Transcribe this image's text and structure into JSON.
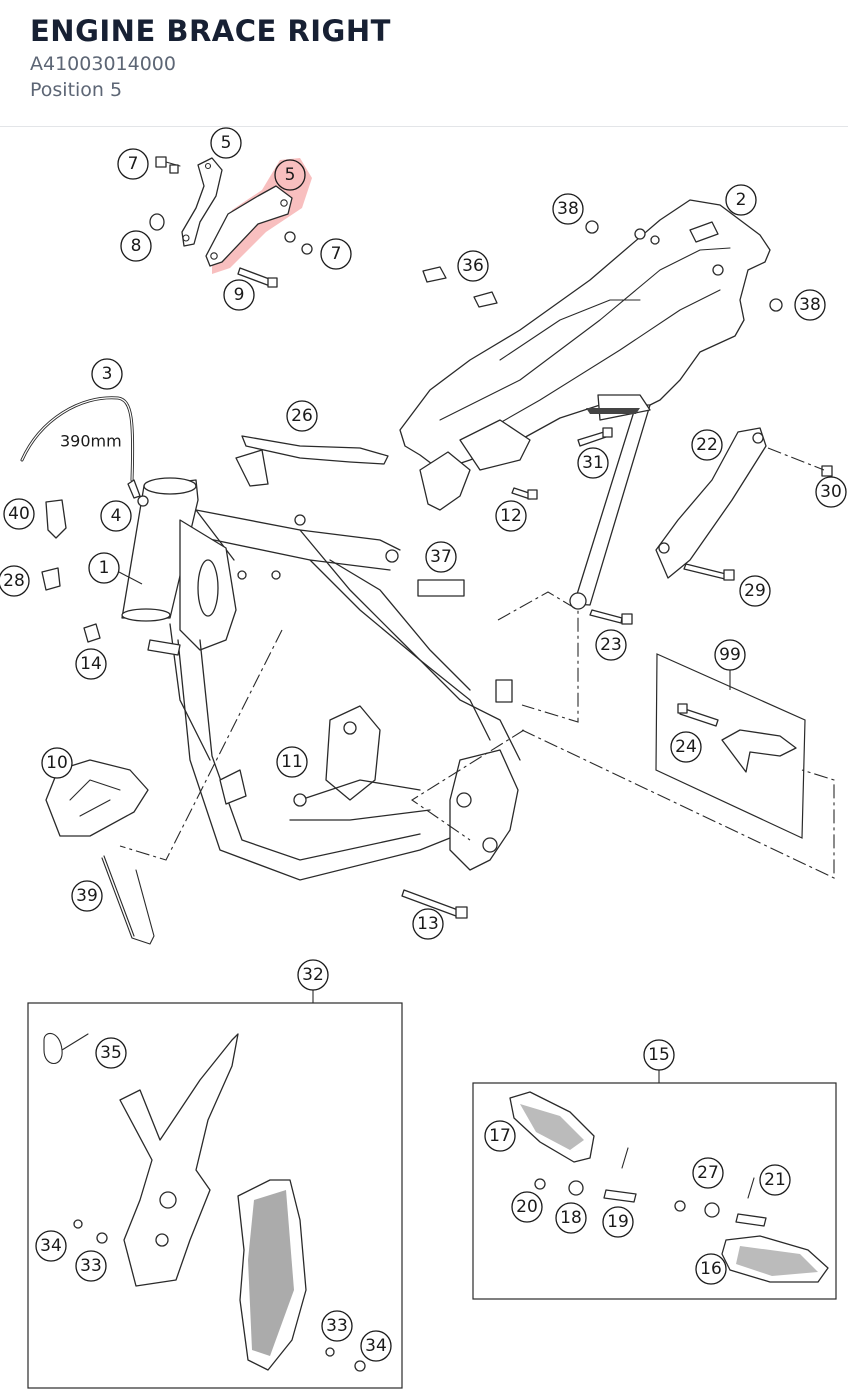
{
  "header": {
    "title": "ENGINE BRACE RIGHT",
    "part_number": "A41003014000",
    "position_label": "Position 5"
  },
  "diagram": {
    "highlight_color": "#f28b8b",
    "hose_label": "390mm",
    "callouts": {
      "c1": "1",
      "c2": "2",
      "c3": "3",
      "c4": "4",
      "c5a": "5",
      "c5b": "5",
      "c7a": "7",
      "c7b": "7",
      "c8": "8",
      "c9": "9",
      "c10": "10",
      "c11": "11",
      "c12": "12",
      "c13": "13",
      "c14": "14",
      "c15": "15",
      "c16": "16",
      "c17": "17",
      "c18": "18",
      "c19": "19",
      "c20": "20",
      "c21": "21",
      "c22": "22",
      "c23": "23",
      "c24": "24",
      "c26": "26",
      "c27": "27",
      "c28": "28",
      "c29": "29",
      "c30": "30",
      "c31": "31",
      "c32": "32",
      "c33a": "33",
      "c33b": "33",
      "c34a": "34",
      "c34b": "34",
      "c35": "35",
      "c36": "36",
      "c37": "37",
      "c38a": "38",
      "c38b": "38",
      "c39": "39",
      "c40": "40",
      "c99": "99"
    }
  }
}
